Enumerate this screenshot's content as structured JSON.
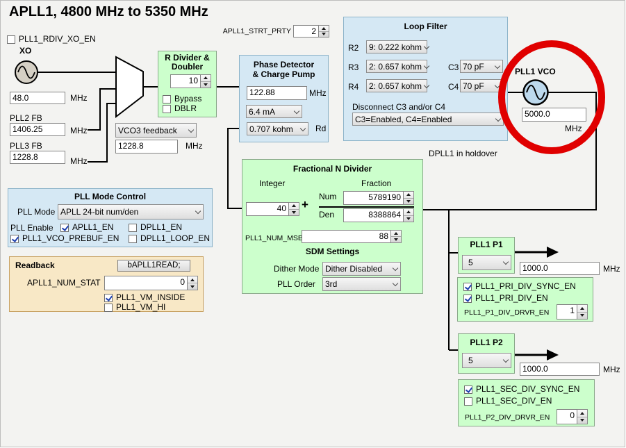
{
  "title": "APLL1, 4800 MHz to 5350 MHz",
  "colors": {
    "annotation_red": "#e00000",
    "panel_blue": "#d5e8f4",
    "panel_green": "#ccffcc",
    "panel_tan": "#f8e8c6"
  },
  "header": {
    "rdiv_xo": {
      "label": "PLL1_RDIV_XO_EN",
      "checked": false
    },
    "strt_prty": {
      "label": "APLL1_STRT_PRTY",
      "value": "2"
    }
  },
  "inputs": {
    "xo_label": "XO",
    "xo_freq": "48.0",
    "xo_unit": "MHz",
    "pll2_label": "PLL2 FB",
    "pll2_freq": "1406.25",
    "pll2_unit": "MHz",
    "pll3_label": "PLL3 FB",
    "pll3_freq": "1228.8",
    "pll3_unit": "MHz",
    "fb_select": "VCO3 feedback",
    "fb_freq": "1228.8",
    "fb_unit": "MHz"
  },
  "rdiv": {
    "title": "R Divider & Doubler",
    "value": "10",
    "bypass": {
      "label": "Bypass",
      "checked": false
    },
    "dblr": {
      "label": "DBLR",
      "checked": false
    }
  },
  "pd": {
    "title1": "Phase Detector",
    "title2": "& Charge Pump",
    "freq": "122.88",
    "unit": "MHz",
    "cp_current": "6.4 mA",
    "rd": "0.707 kohm",
    "rd_label": "Rd"
  },
  "lf": {
    "title": "Loop Filter",
    "r2_label": "R2",
    "r2": "9: 0.222 kohm",
    "r3_label": "R3",
    "r3": "2: 0.657 kohm",
    "r4_label": "R4",
    "r4": "2: 0.657 kohm",
    "c3_label": "C3",
    "c3": "70 pF",
    "c4_label": "C4",
    "c4": "70 pF",
    "disc_label": "Disconnect C3 and/or C4",
    "disc": "C3=Enabled, C4=Enabled"
  },
  "vco": {
    "title": "PLL1 VCO",
    "freq": "5000.0",
    "unit": "MHz"
  },
  "holdover": "DPLL1 in holdover",
  "frac": {
    "title": "Fractional N Divider",
    "integer_label": "Integer",
    "integer": "40",
    "plus": "+",
    "fraction_label": "Fraction",
    "num_label": "Num",
    "num": "5789190",
    "den_label": "Den",
    "den": "8388864",
    "msb_label": "PLL1_NUM_MSB",
    "msb": "88",
    "sdm_title": "SDM Settings",
    "dither_label": "Dither Mode",
    "dither": "Dither Disabled",
    "order_label": "PLL Order",
    "order": "3rd"
  },
  "mode": {
    "title": "PLL Mode Control",
    "mode_label": "PLL Mode",
    "mode": "APLL 24-bit num/den",
    "enable_label": "PLL Enable",
    "apll1_en": {
      "label": "APLL1_EN",
      "checked": true
    },
    "dpll1_en": {
      "label": "DPLL1_EN",
      "checked": false
    },
    "prebuf": {
      "label": "PLL1_VCO_PREBUF_EN",
      "checked": true
    },
    "loop_en": {
      "label": "DPLL1_LOOP_EN",
      "checked": false
    }
  },
  "readback": {
    "title": "Readback",
    "button": "bAPLL1READ;",
    "num_stat_label": "APLL1_NUM_STAT",
    "num_stat": "0",
    "vm_inside": {
      "label": "PLL1_VM_INSIDE",
      "checked": true
    },
    "vm_hi": {
      "label": "PLL1_VM_HI",
      "checked": false
    }
  },
  "p1": {
    "title": "PLL1 P1",
    "div": "5",
    "freq": "1000.0",
    "unit": "MHz",
    "sync": {
      "label": "PLL1_PRI_DIV_SYNC_EN",
      "checked": true
    },
    "en": {
      "label": "PLL1_PRI_DIV_EN",
      "checked": true
    },
    "drvr_label": "PLL1_P1_DIV_DRVR_EN",
    "drvr": "1"
  },
  "p2": {
    "title": "PLL1 P2",
    "div": "5",
    "freq": "1000.0",
    "unit": "MHz",
    "sync": {
      "label": "PLL1_SEC_DIV_SYNC_EN",
      "checked": true
    },
    "en": {
      "label": "PLL1_SEC_DIV_EN",
      "checked": false
    },
    "drvr_label": "PLL1_P2_DIV_DRVR_EN",
    "drvr": "0"
  }
}
